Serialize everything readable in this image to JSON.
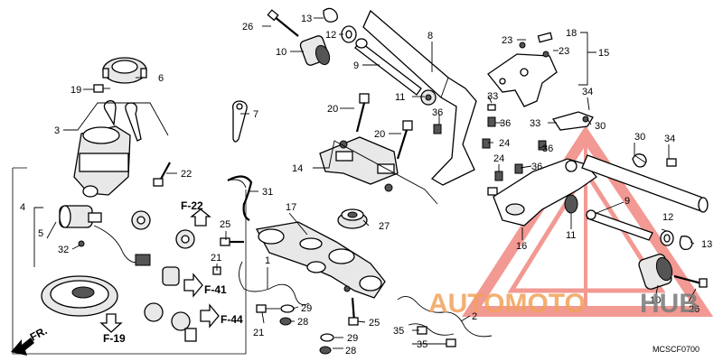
{
  "diagram": {
    "code": "MCSCF0700",
    "front_marker": "FR.",
    "watermark": {
      "part1": "AUTOMOTO",
      "part2": "HUB",
      "color_primary": "#e8463c",
      "color_text": "#f2a25a"
    },
    "refs": {
      "f22": "F-22",
      "f41": "F-41",
      "f44": "F-44",
      "f19": "F-19"
    },
    "callouts": [
      {
        "id": "26",
        "text": "26"
      },
      {
        "id": "13",
        "text": "13"
      },
      {
        "id": "12",
        "text": "12"
      },
      {
        "id": "10",
        "text": "10"
      },
      {
        "id": "9",
        "text": "9"
      },
      {
        "id": "8",
        "text": "8"
      },
      {
        "id": "23a",
        "text": "23"
      },
      {
        "id": "18",
        "text": "18"
      },
      {
        "id": "23b",
        "text": "23"
      },
      {
        "id": "15",
        "text": "15"
      },
      {
        "id": "6",
        "text": "6"
      },
      {
        "id": "19",
        "text": "19"
      },
      {
        "id": "11",
        "text": "11"
      },
      {
        "id": "33a",
        "text": "33"
      },
      {
        "id": "34a",
        "text": "34"
      },
      {
        "id": "3",
        "text": "3"
      },
      {
        "id": "7",
        "text": "7"
      },
      {
        "id": "20a",
        "text": "20"
      },
      {
        "id": "36a",
        "text": "36"
      },
      {
        "id": "36b",
        "text": "36"
      },
      {
        "id": "33b",
        "text": "33"
      },
      {
        "id": "30a",
        "text": "30"
      },
      {
        "id": "20b",
        "text": "20"
      },
      {
        "id": "24a",
        "text": "24"
      },
      {
        "id": "36c",
        "text": "36"
      },
      {
        "id": "30b",
        "text": "30"
      },
      {
        "id": "34b",
        "text": "34"
      },
      {
        "id": "14",
        "text": "14"
      },
      {
        "id": "24b",
        "text": "24"
      },
      {
        "id": "36d",
        "text": "36"
      },
      {
        "id": "22",
        "text": "22"
      },
      {
        "id": "4",
        "text": "4"
      },
      {
        "id": "31",
        "text": "31"
      },
      {
        "id": "17",
        "text": "17"
      },
      {
        "id": "27",
        "text": "27"
      },
      {
        "id": "9b",
        "text": "9"
      },
      {
        "id": "25a",
        "text": "25"
      },
      {
        "id": "12b",
        "text": "12"
      },
      {
        "id": "11b",
        "text": "11"
      },
      {
        "id": "13b",
        "text": "13"
      },
      {
        "id": "5",
        "text": "5"
      },
      {
        "id": "32",
        "text": "32"
      },
      {
        "id": "16",
        "text": "16"
      },
      {
        "id": "21a",
        "text": "21"
      },
      {
        "id": "1",
        "text": "1"
      },
      {
        "id": "29a",
        "text": "29"
      },
      {
        "id": "28a",
        "text": "28"
      },
      {
        "id": "10b",
        "text": "10"
      },
      {
        "id": "26b",
        "text": "26"
      },
      {
        "id": "21b",
        "text": "21"
      },
      {
        "id": "25b",
        "text": "25"
      },
      {
        "id": "2",
        "text": "2"
      },
      {
        "id": "35a",
        "text": "35"
      },
      {
        "id": "35b",
        "text": "35"
      },
      {
        "id": "29b",
        "text": "29"
      },
      {
        "id": "28b",
        "text": "28"
      }
    ]
  }
}
